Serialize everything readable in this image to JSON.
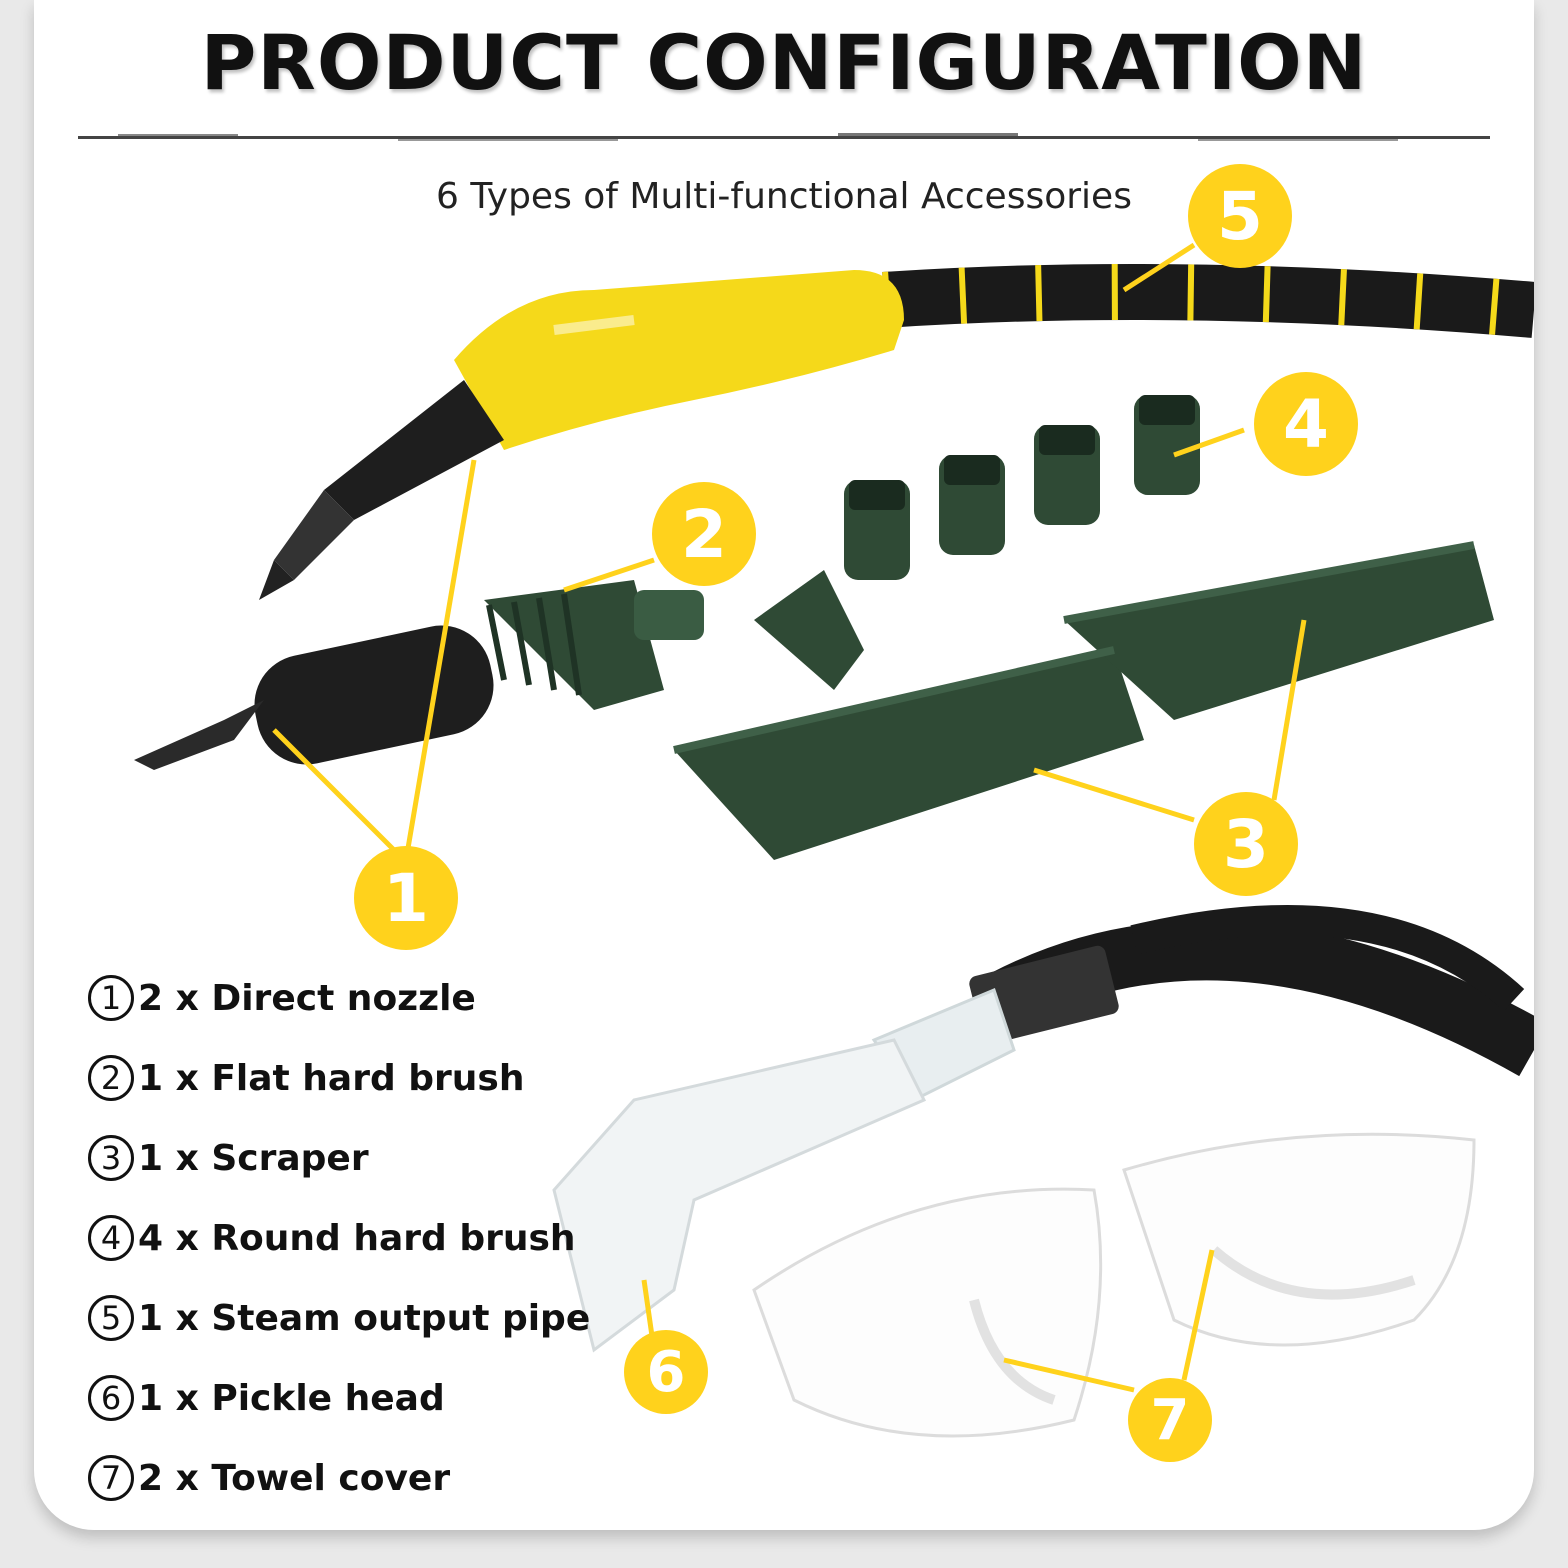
{
  "header": {
    "title": "PRODUCT CONFIGURATION",
    "subtitle": "6 Types of Multi-functional Accessories"
  },
  "callouts": [
    "1",
    "2",
    "3",
    "4",
    "5",
    "6",
    "7"
  ],
  "legend": [
    {
      "num": "1",
      "text": "2 x Direct nozzle"
    },
    {
      "num": "2",
      "text": "1 x Flat hard brush"
    },
    {
      "num": "3",
      "text": "1 x Scraper"
    },
    {
      "num": "4",
      "text": "4 x Round hard brush"
    },
    {
      "num": "5",
      "text": "1 x Steam output pipe"
    },
    {
      "num": "6",
      "text": "1 x Pickle head"
    },
    {
      "num": "7",
      "text": "2 x Towel cover"
    }
  ],
  "colors": {
    "accent_yellow": "#ffd21c",
    "handle_yellow": "#f5d91a",
    "accessory_green": "#2f4a35",
    "hose_black": "#1a1a1a"
  }
}
